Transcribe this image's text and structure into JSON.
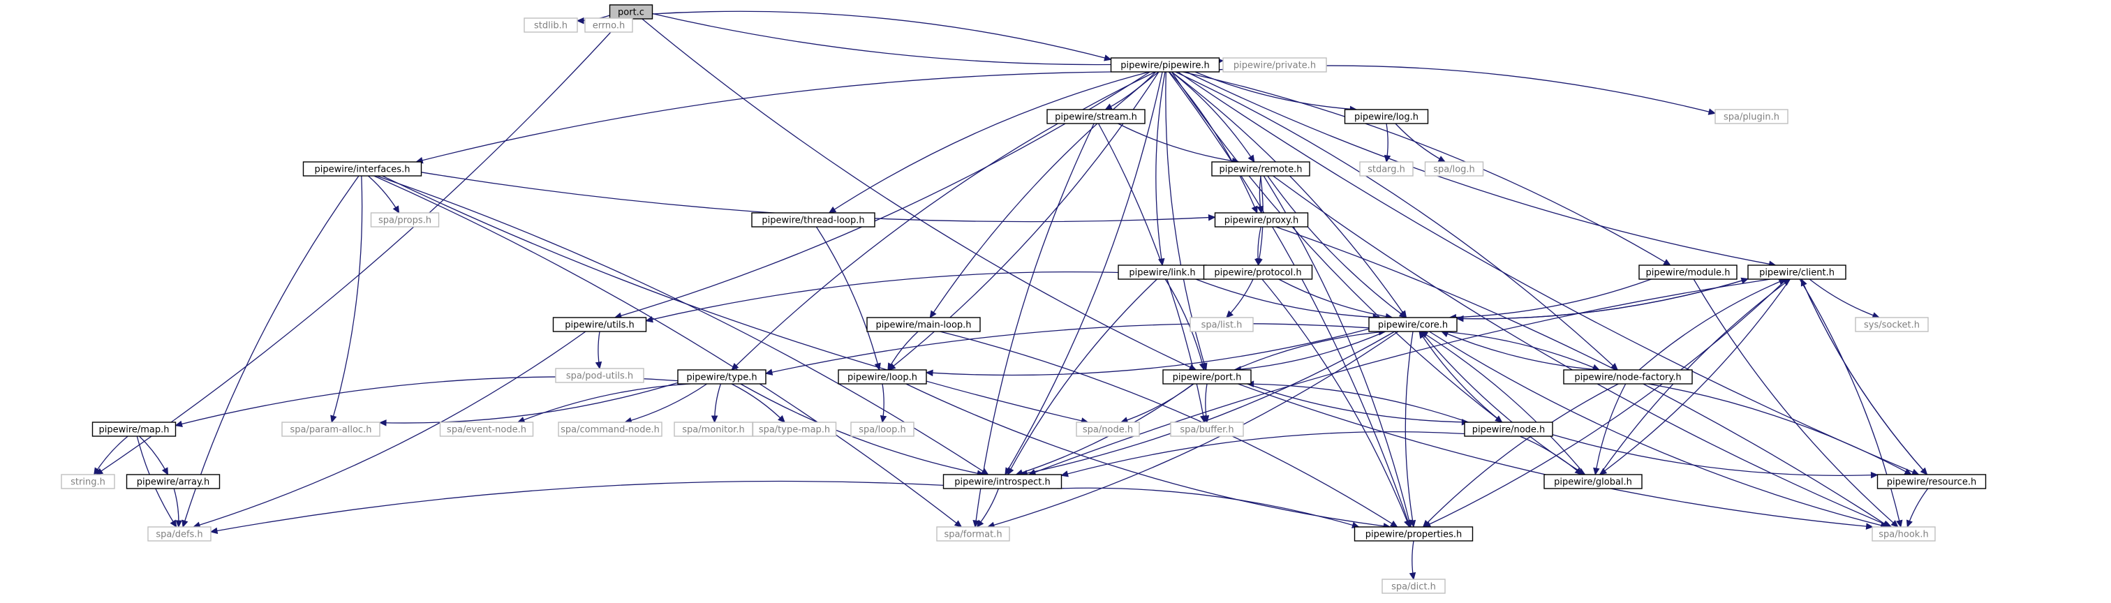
{
  "diagram": {
    "title": "port.c",
    "colors": {
      "edge": "#191970",
      "current_fill": "#bfbfbf",
      "local_border": "#000000",
      "system_border": "#bfbfbf",
      "system_text": "#7f7f7f"
    },
    "nodes": [
      {
        "id": "port_c",
        "label": "port.c",
        "kind": "current"
      },
      {
        "id": "stdlib_h",
        "label": "stdlib.h",
        "kind": "system"
      },
      {
        "id": "errno_h",
        "label": "errno.h",
        "kind": "system"
      },
      {
        "id": "pipewire_h",
        "label": "pipewire/pipewire.h",
        "kind": "local"
      },
      {
        "id": "private_h",
        "label": "pipewire/private.h",
        "kind": "system"
      },
      {
        "id": "stream_h",
        "label": "pipewire/stream.h",
        "kind": "local"
      },
      {
        "id": "log_h",
        "label": "pipewire/log.h",
        "kind": "local"
      },
      {
        "id": "plugin_h",
        "label": "spa/plugin.h",
        "kind": "system"
      },
      {
        "id": "interfaces_h",
        "label": "pipewire/interfaces.h",
        "kind": "local"
      },
      {
        "id": "remote_h",
        "label": "pipewire/remote.h",
        "kind": "local"
      },
      {
        "id": "stdarg_h",
        "label": "stdarg.h",
        "kind": "system"
      },
      {
        "id": "spalog_h",
        "label": "spa/log.h",
        "kind": "system"
      },
      {
        "id": "props_h",
        "label": "spa/props.h",
        "kind": "system"
      },
      {
        "id": "threadloop_h",
        "label": "pipewire/thread-loop.h",
        "kind": "local"
      },
      {
        "id": "proxy_h",
        "label": "pipewire/proxy.h",
        "kind": "local"
      },
      {
        "id": "link_h",
        "label": "pipewire/link.h",
        "kind": "local"
      },
      {
        "id": "protocol_h",
        "label": "pipewire/protocol.h",
        "kind": "local"
      },
      {
        "id": "module_h",
        "label": "pipewire/module.h",
        "kind": "local"
      },
      {
        "id": "client_h",
        "label": "pipewire/client.h",
        "kind": "local"
      },
      {
        "id": "utils_h",
        "label": "pipewire/utils.h",
        "kind": "local"
      },
      {
        "id": "mainloop_h",
        "label": "pipewire/main-loop.h",
        "kind": "local"
      },
      {
        "id": "list_h",
        "label": "spa/list.h",
        "kind": "system"
      },
      {
        "id": "core_h",
        "label": "pipewire/core.h",
        "kind": "local"
      },
      {
        "id": "socket_h",
        "label": "sys/socket.h",
        "kind": "system"
      },
      {
        "id": "podutils_h",
        "label": "spa/pod-utils.h",
        "kind": "system"
      },
      {
        "id": "type_h",
        "label": "pipewire/type.h",
        "kind": "local"
      },
      {
        "id": "loop_h",
        "label": "pipewire/loop.h",
        "kind": "local"
      },
      {
        "id": "port_h",
        "label": "pipewire/port.h",
        "kind": "local"
      },
      {
        "id": "nodefactory_h",
        "label": "pipewire/node-factory.h",
        "kind": "local"
      },
      {
        "id": "map_h",
        "label": "pipewire/map.h",
        "kind": "local"
      },
      {
        "id": "paramalloc_h",
        "label": "spa/param-alloc.h",
        "kind": "system"
      },
      {
        "id": "eventnode_h",
        "label": "spa/event-node.h",
        "kind": "system"
      },
      {
        "id": "commandnode_h",
        "label": "spa/command-node.h",
        "kind": "system"
      },
      {
        "id": "monitor_h",
        "label": "spa/monitor.h",
        "kind": "system"
      },
      {
        "id": "typemap_h",
        "label": "spa/type-map.h",
        "kind": "system"
      },
      {
        "id": "spaloop_h",
        "label": "spa/loop.h",
        "kind": "system"
      },
      {
        "id": "spanode_h",
        "label": "spa/node.h",
        "kind": "system"
      },
      {
        "id": "buffer_h",
        "label": "spa/buffer.h",
        "kind": "system"
      },
      {
        "id": "node_h",
        "label": "pipewire/node.h",
        "kind": "local"
      },
      {
        "id": "string_h",
        "label": "string.h",
        "kind": "system"
      },
      {
        "id": "array_h",
        "label": "pipewire/array.h",
        "kind": "local"
      },
      {
        "id": "introspect_h",
        "label": "pipewire/introspect.h",
        "kind": "local"
      },
      {
        "id": "global_h",
        "label": "pipewire/global.h",
        "kind": "local"
      },
      {
        "id": "resource_h",
        "label": "pipewire/resource.h",
        "kind": "local"
      },
      {
        "id": "defs_h",
        "label": "spa/defs.h",
        "kind": "system"
      },
      {
        "id": "format_h",
        "label": "spa/format.h",
        "kind": "system"
      },
      {
        "id": "properties_h",
        "label": "pipewire/properties.h",
        "kind": "local"
      },
      {
        "id": "hook_h",
        "label": "spa/hook.h",
        "kind": "system"
      },
      {
        "id": "dict_h",
        "label": "spa/dict.h",
        "kind": "system"
      }
    ],
    "edges": [
      [
        "port_c",
        "stdlib_h"
      ],
      [
        "port_c",
        "errno_h"
      ],
      [
        "port_c",
        "pipewire_h"
      ],
      [
        "port_c",
        "private_h"
      ],
      [
        "port_c",
        "string_h"
      ],
      [
        "port_c",
        "port_h"
      ],
      [
        "pipewire_h",
        "stream_h"
      ],
      [
        "pipewire_h",
        "log_h"
      ],
      [
        "pipewire_h",
        "plugin_h"
      ],
      [
        "pipewire_h",
        "interfaces_h"
      ],
      [
        "pipewire_h",
        "remote_h"
      ],
      [
        "pipewire_h",
        "threadloop_h"
      ],
      [
        "pipewire_h",
        "proxy_h"
      ],
      [
        "pipewire_h",
        "link_h"
      ],
      [
        "pipewire_h",
        "module_h"
      ],
      [
        "pipewire_h",
        "client_h"
      ],
      [
        "pipewire_h",
        "utils_h"
      ],
      [
        "pipewire_h",
        "mainloop_h"
      ],
      [
        "pipewire_h",
        "core_h"
      ],
      [
        "pipewire_h",
        "type_h"
      ],
      [
        "pipewire_h",
        "loop_h"
      ],
      [
        "pipewire_h",
        "port_h"
      ],
      [
        "pipewire_h",
        "nodefactory_h"
      ],
      [
        "pipewire_h",
        "node_h"
      ],
      [
        "pipewire_h",
        "introspect_h"
      ],
      [
        "pipewire_h",
        "resource_h"
      ],
      [
        "pipewire_h",
        "properties_h"
      ],
      [
        "stream_h",
        "remote_h"
      ],
      [
        "stream_h",
        "buffer_h"
      ],
      [
        "stream_h",
        "format_h"
      ],
      [
        "log_h",
        "stdarg_h"
      ],
      [
        "log_h",
        "spalog_h"
      ],
      [
        "interfaces_h",
        "props_h"
      ],
      [
        "interfaces_h",
        "proxy_h"
      ],
      [
        "interfaces_h",
        "paramalloc_h"
      ],
      [
        "interfaces_h",
        "spanode_h"
      ],
      [
        "interfaces_h",
        "introspect_h"
      ],
      [
        "interfaces_h",
        "defs_h"
      ],
      [
        "interfaces_h",
        "format_h"
      ],
      [
        "remote_h",
        "proxy_h"
      ],
      [
        "remote_h",
        "protocol_h"
      ],
      [
        "remote_h",
        "core_h"
      ],
      [
        "remote_h",
        "properties_h"
      ],
      [
        "remote_h",
        "hook_h"
      ],
      [
        "threadloop_h",
        "loop_h"
      ],
      [
        "proxy_h",
        "protocol_h"
      ],
      [
        "proxy_h",
        "hook_h"
      ],
      [
        "link_h",
        "core_h"
      ],
      [
        "link_h",
        "port_h"
      ],
      [
        "link_h",
        "introspect_h"
      ],
      [
        "protocol_h",
        "list_h"
      ],
      [
        "protocol_h",
        "core_h"
      ],
      [
        "protocol_h",
        "properties_h"
      ],
      [
        "protocol_h",
        "utils_h"
      ],
      [
        "module_h",
        "core_h"
      ],
      [
        "module_h",
        "hook_h"
      ],
      [
        "client_h",
        "core_h"
      ],
      [
        "client_h",
        "socket_h"
      ],
      [
        "client_h",
        "global_h"
      ],
      [
        "client_h",
        "resource_h"
      ],
      [
        "client_h",
        "properties_h"
      ],
      [
        "client_h",
        "introspect_h"
      ],
      [
        "client_h",
        "hook_h"
      ],
      [
        "utils_h",
        "podutils_h"
      ],
      [
        "utils_h",
        "defs_h"
      ],
      [
        "mainloop_h",
        "loop_h"
      ],
      [
        "mainloop_h",
        "properties_h"
      ],
      [
        "core_h",
        "type_h"
      ],
      [
        "core_h",
        "loop_h"
      ],
      [
        "core_h",
        "client_h"
      ],
      [
        "core_h",
        "port_h"
      ],
      [
        "core_h",
        "global_h"
      ],
      [
        "core_h",
        "introspect_h"
      ],
      [
        "core_h",
        "properties_h"
      ],
      [
        "core_h",
        "format_h"
      ],
      [
        "core_h",
        "hook_h"
      ],
      [
        "core_h",
        "nodefactory_h"
      ],
      [
        "type_h",
        "map_h"
      ],
      [
        "type_h",
        "paramalloc_h"
      ],
      [
        "type_h",
        "eventnode_h"
      ],
      [
        "type_h",
        "commandnode_h"
      ],
      [
        "type_h",
        "monitor_h"
      ],
      [
        "type_h",
        "typemap_h"
      ],
      [
        "type_h",
        "introspect_h"
      ],
      [
        "loop_h",
        "spaloop_h"
      ],
      [
        "loop_h",
        "properties_h"
      ],
      [
        "port_h",
        "spanode_h"
      ],
      [
        "port_h",
        "buffer_h"
      ],
      [
        "port_h",
        "core_h"
      ],
      [
        "port_h",
        "node_h"
      ],
      [
        "port_h",
        "introspect_h"
      ],
      [
        "port_h",
        "hook_h"
      ],
      [
        "nodefactory_h",
        "core_h"
      ],
      [
        "nodefactory_h",
        "global_h"
      ],
      [
        "nodefactory_h",
        "resource_h"
      ],
      [
        "nodefactory_h",
        "properties_h"
      ],
      [
        "nodefactory_h",
        "client_h"
      ],
      [
        "map_h",
        "string_h"
      ],
      [
        "map_h",
        "array_h"
      ],
      [
        "map_h",
        "defs_h"
      ],
      [
        "array_h",
        "defs_h"
      ],
      [
        "node_h",
        "port_h"
      ],
      [
        "node_h",
        "global_h"
      ],
      [
        "node_h",
        "resource_h"
      ],
      [
        "node_h",
        "core_h"
      ],
      [
        "node_h",
        "introspect_h"
      ],
      [
        "introspect_h",
        "format_h"
      ],
      [
        "introspect_h",
        "defs_h"
      ],
      [
        "introspect_h",
        "properties_h"
      ],
      [
        "global_h",
        "core_h"
      ],
      [
        "global_h",
        "client_h"
      ],
      [
        "resource_h",
        "hook_h"
      ],
      [
        "resource_h",
        "client_h"
      ],
      [
        "properties_h",
        "dict_h"
      ]
    ]
  }
}
